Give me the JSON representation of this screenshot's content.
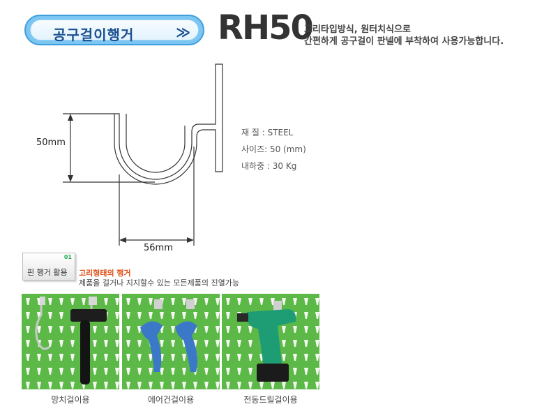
{
  "header": {
    "title": "공구걸이행거",
    "arrow": "≫",
    "model": "RH50",
    "desc_line1": "고리타입방식, 원터치식으로",
    "desc_line2": "간편하게 공구걸이 판넬에 부착하여 사용가능합니다."
  },
  "drawing": {
    "height_label": "50mm",
    "width_label": "56mm"
  },
  "specs": {
    "material": "재  질 : STEEL",
    "size": "사이즈: 50 (mm)",
    "load": "내하중 : 30 Kg"
  },
  "usage": {
    "number": "01",
    "tag": "핀 행거 활용",
    "title": "고리형태의 행거",
    "desc": "제품을 걸거나 지지할수 있는 모든제품의 진열가능"
  },
  "photos": [
    {
      "caption": "망치걸이용",
      "subject": "hammer"
    },
    {
      "caption": "에어건걸이용",
      "subject": "air-gun"
    },
    {
      "caption": "전동드릴걸이용",
      "subject": "drill"
    }
  ],
  "colors": {
    "board_green": "#5cb948",
    "pill_blue": "#7cc6f3",
    "title_navy": "#1a4f8f",
    "accent_orange": "#e2521b"
  }
}
